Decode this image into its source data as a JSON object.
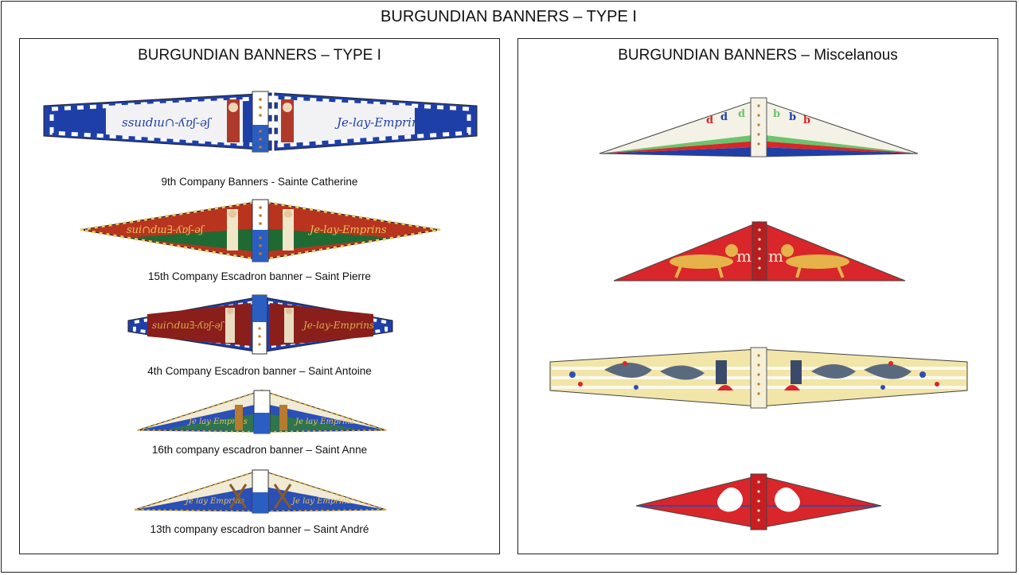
{
  "page": {
    "title": "BURGUNDIAN BANNERS – TYPE I"
  },
  "left_panel": {
    "title": "BURGUNDIAN BANNERS – TYPE I",
    "banners": [
      {
        "caption": "9th Company Banners - Sainte Catherine"
      },
      {
        "caption": "15th Company Escadron banner – Saint Pierre"
      },
      {
        "caption": "4th Company Escadron banner – Saint Antoine"
      },
      {
        "caption": "16th company escadron banner – Saint Anne"
      },
      {
        "caption": "13th company escadron banner – Saint André"
      }
    ]
  },
  "right_panel": {
    "title": "BURGUNDIAN BANNERS – Miscelanous"
  },
  "colors": {
    "border": "#222222",
    "blue": "#1f3fa8",
    "red": "#d8262a",
    "dark_red": "#8e1f1c",
    "gold": "#d9a93a",
    "cream": "#f3eedd"
  }
}
